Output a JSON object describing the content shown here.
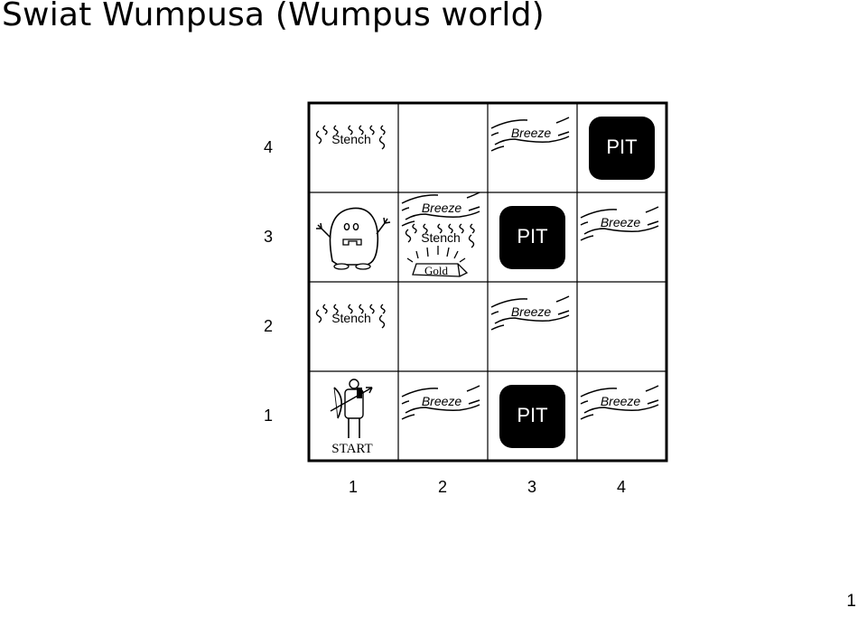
{
  "title": "Świat Wumpusa (Wumpus world)",
  "page_number": "1",
  "row_labels": [
    "4",
    "3",
    "2",
    "1"
  ],
  "col_labels": [
    "1",
    "2",
    "3",
    "4"
  ],
  "labels": {
    "stench": "Stench",
    "breeze": "Breeze",
    "pit": "PIT",
    "gold": "Gold",
    "start": "START"
  },
  "grid": [
    {
      "row": 4,
      "col": 1,
      "items": [
        "stench"
      ]
    },
    {
      "row": 4,
      "col": 2,
      "items": []
    },
    {
      "row": 4,
      "col": 3,
      "items": [
        "breeze"
      ]
    },
    {
      "row": 4,
      "col": 4,
      "items": [
        "pit"
      ]
    },
    {
      "row": 3,
      "col": 1,
      "items": [
        "wumpus"
      ]
    },
    {
      "row": 3,
      "col": 2,
      "items": [
        "breeze",
        "stench",
        "gold"
      ]
    },
    {
      "row": 3,
      "col": 3,
      "items": [
        "pit"
      ]
    },
    {
      "row": 3,
      "col": 4,
      "items": [
        "breeze"
      ]
    },
    {
      "row": 2,
      "col": 1,
      "items": [
        "stench"
      ]
    },
    {
      "row": 2,
      "col": 2,
      "items": []
    },
    {
      "row": 2,
      "col": 3,
      "items": [
        "breeze"
      ]
    },
    {
      "row": 2,
      "col": 4,
      "items": []
    },
    {
      "row": 1,
      "col": 1,
      "items": [
        "agent",
        "start"
      ]
    },
    {
      "row": 1,
      "col": 2,
      "items": [
        "breeze"
      ]
    },
    {
      "row": 1,
      "col": 3,
      "items": [
        "pit"
      ]
    },
    {
      "row": 1,
      "col": 4,
      "items": [
        "breeze"
      ]
    }
  ]
}
